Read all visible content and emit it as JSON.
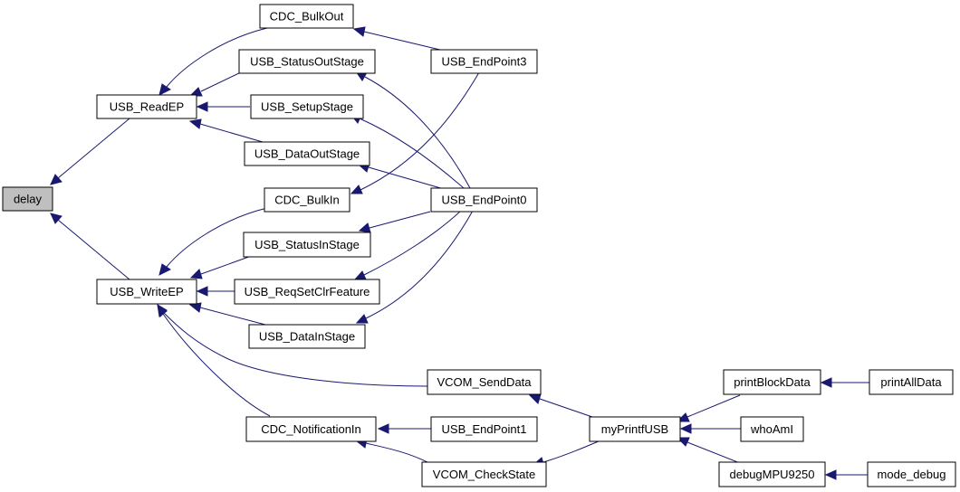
{
  "graph": {
    "title": "",
    "colors": {
      "edge": "#191970",
      "node_fill": "#ffffff",
      "root_fill": "#bfbfbf",
      "node_border": "#000000"
    },
    "root": "delay",
    "nodes": {
      "delay": "delay",
      "usb_readep": "USB_ReadEP",
      "usb_writeep": "USB_WriteEP",
      "cdc_bulkout": "CDC_BulkOut",
      "usb_statusoutstage": "USB_StatusOutStage",
      "usb_setupstage": "USB_SetupStage",
      "usb_dataoutstage": "USB_DataOutStage",
      "cdc_bulkin": "CDC_BulkIn",
      "usb_statusinstage": "USB_StatusInStage",
      "usb_reqsetclrfeature": "USB_ReqSetClrFeature",
      "usb_datainstage": "USB_DataInStage",
      "cdc_notificationin": "CDC_NotificationIn",
      "usb_endpoint3": "USB_EndPoint3",
      "usb_endpoint0": "USB_EndPoint0",
      "vcom_senddata": "VCOM_SendData",
      "usb_endpoint1": "USB_EndPoint1",
      "vcom_checkstate": "VCOM_CheckState",
      "myprintfusb": "myPrintfUSB",
      "printblockdata": "printBlockData",
      "whoami": "whoAmI",
      "debugmpu9250": "debugMPU9250",
      "printalldata": "printAllData",
      "mode_debug": "mode_debug"
    },
    "edges": [
      [
        "usb_readep",
        "delay"
      ],
      [
        "usb_writeep",
        "delay"
      ],
      [
        "cdc_bulkout",
        "usb_readep"
      ],
      [
        "usb_statusoutstage",
        "usb_readep"
      ],
      [
        "usb_setupstage",
        "usb_readep"
      ],
      [
        "usb_dataoutstage",
        "usb_readep"
      ],
      [
        "cdc_bulkin",
        "usb_writeep"
      ],
      [
        "usb_statusinstage",
        "usb_writeep"
      ],
      [
        "usb_reqsetclrfeature",
        "usb_writeep"
      ],
      [
        "usb_datainstage",
        "usb_writeep"
      ],
      [
        "vcom_senddata",
        "usb_writeep"
      ],
      [
        "cdc_notificationin",
        "usb_writeep"
      ],
      [
        "usb_endpoint3",
        "cdc_bulkout"
      ],
      [
        "usb_endpoint3",
        "cdc_bulkin"
      ],
      [
        "usb_endpoint0",
        "usb_statusoutstage"
      ],
      [
        "usb_endpoint0",
        "usb_setupstage"
      ],
      [
        "usb_endpoint0",
        "usb_dataoutstage"
      ],
      [
        "usb_endpoint0",
        "usb_statusinstage"
      ],
      [
        "usb_endpoint0",
        "usb_reqsetclrfeature"
      ],
      [
        "usb_endpoint0",
        "usb_datainstage"
      ],
      [
        "usb_endpoint1",
        "cdc_notificationin"
      ],
      [
        "vcom_checkstate",
        "cdc_notificationin"
      ],
      [
        "myprintfusb",
        "vcom_senddata"
      ],
      [
        "myprintfusb",
        "vcom_checkstate"
      ],
      [
        "printblockdata",
        "myprintfusb"
      ],
      [
        "whoami",
        "myprintfusb"
      ],
      [
        "debugmpu9250",
        "myprintfusb"
      ],
      [
        "printalldata",
        "printblockdata"
      ],
      [
        "mode_debug",
        "debugmpu9250"
      ]
    ]
  }
}
